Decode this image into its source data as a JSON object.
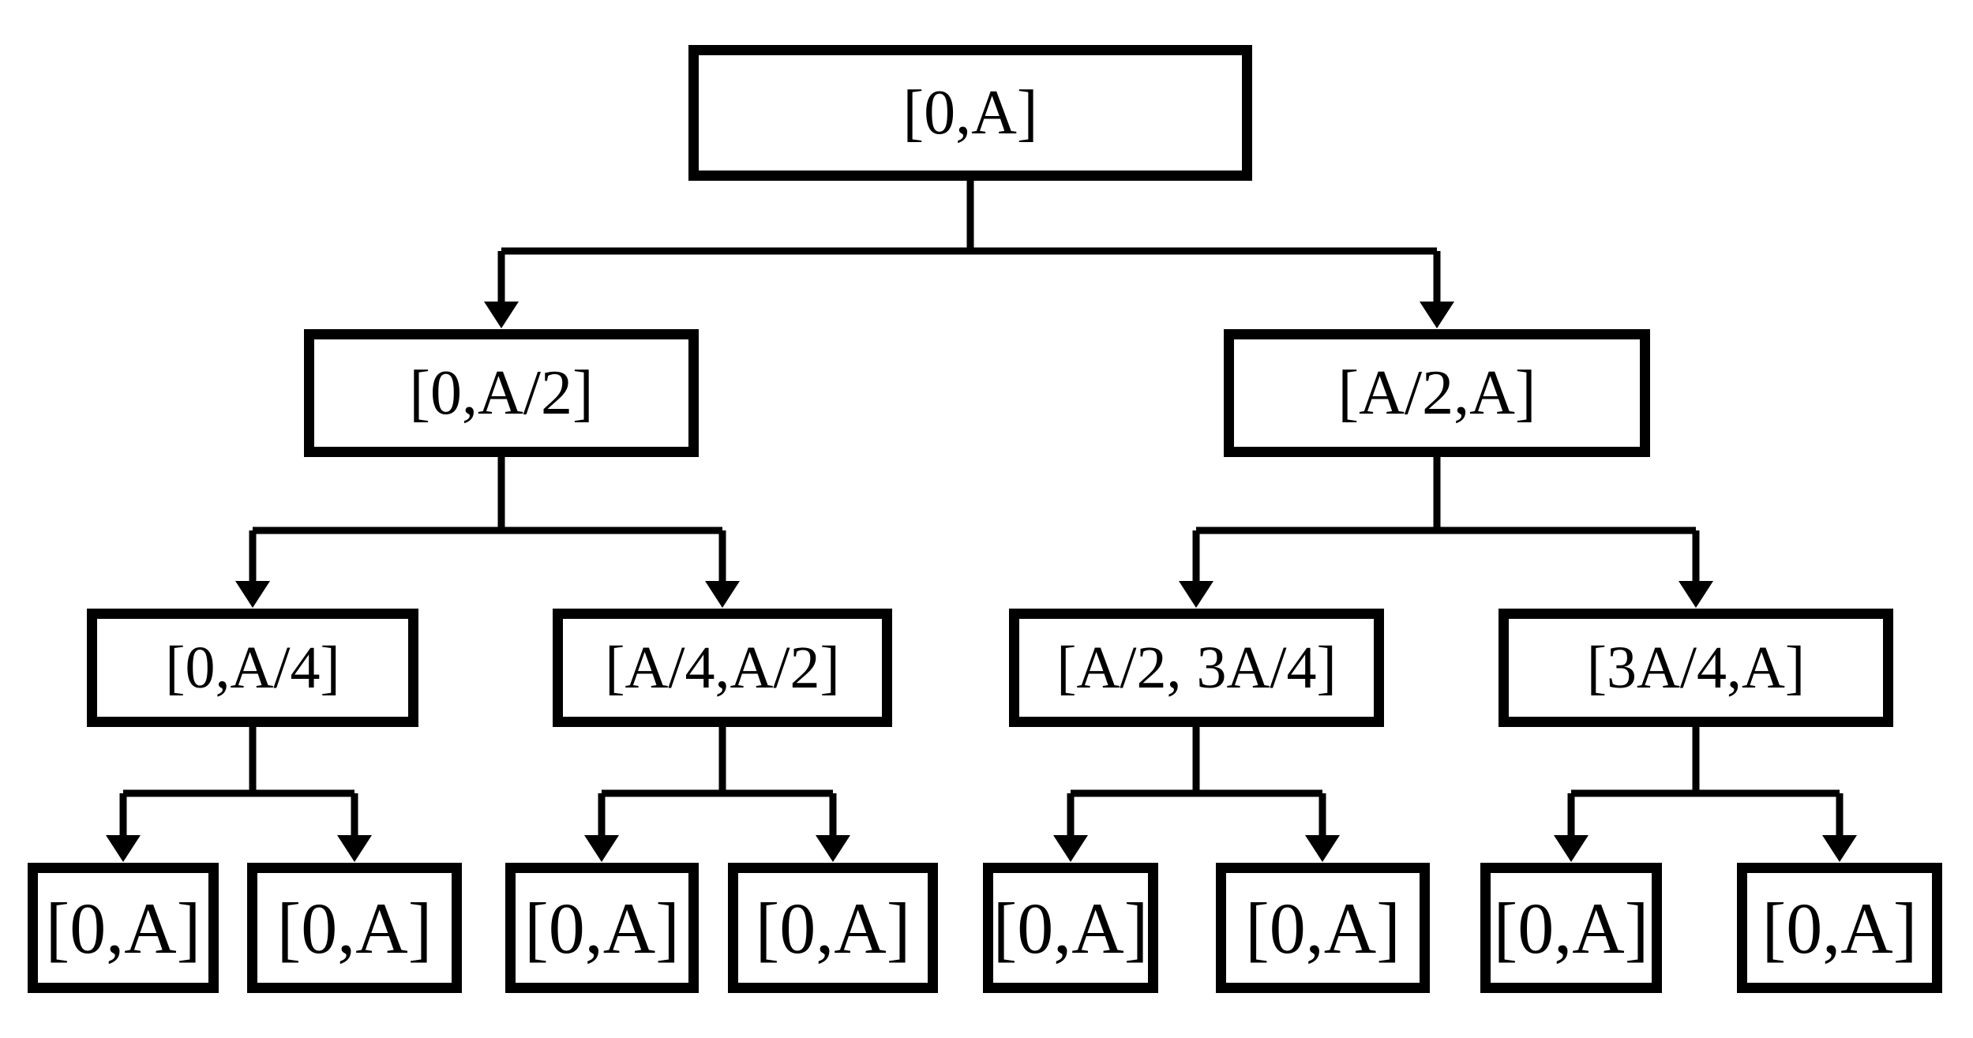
{
  "diagram": {
    "background": "#ffffff",
    "line_color": "#000000",
    "text_color": "#000000",
    "nodes": {
      "root": {
        "label": "[0,A]"
      },
      "level2": [
        {
          "label": "[0,A/2]"
        },
        {
          "label": "[A/2,A]"
        }
      ],
      "level3": [
        {
          "label": "[0,A/4]"
        },
        {
          "label": "[A/4,A/2]"
        },
        {
          "label": "[A/2, 3A/4]"
        },
        {
          "label": "[3A/4,A]"
        }
      ],
      "level4": [
        {
          "label": "[0,A]"
        },
        {
          "label": "[0,A]"
        },
        {
          "label": "[0,A]"
        },
        {
          "label": "[0,A]"
        },
        {
          "label": "[0,A]"
        },
        {
          "label": "[0,A]"
        },
        {
          "label": "[0,A]"
        },
        {
          "label": "[0,A]"
        }
      ]
    },
    "edges": [
      [
        "[0,A]",
        "[0,A/2]"
      ],
      [
        "[0,A]",
        "[A/2,A]"
      ],
      [
        "[0,A/2]",
        "[0,A/4]"
      ],
      [
        "[0,A/2]",
        "[A/4,A/2]"
      ],
      [
        "[A/2,A]",
        "[A/2, 3A/4]"
      ],
      [
        "[A/2,A]",
        "[3A/4,A]"
      ],
      [
        "[0,A/4]",
        "[0,A]"
      ],
      [
        "[0,A/4]",
        "[0,A]"
      ],
      [
        "[A/4,A/2]",
        "[0,A]"
      ],
      [
        "[A/4,A/2]",
        "[0,A]"
      ],
      [
        "[A/2, 3A/4]",
        "[0,A]"
      ],
      [
        "[A/2, 3A/4]",
        "[0,A]"
      ],
      [
        "[3A/4,A]",
        "[0,A]"
      ],
      [
        "[3A/4,A]",
        "[0,A]"
      ]
    ]
  }
}
